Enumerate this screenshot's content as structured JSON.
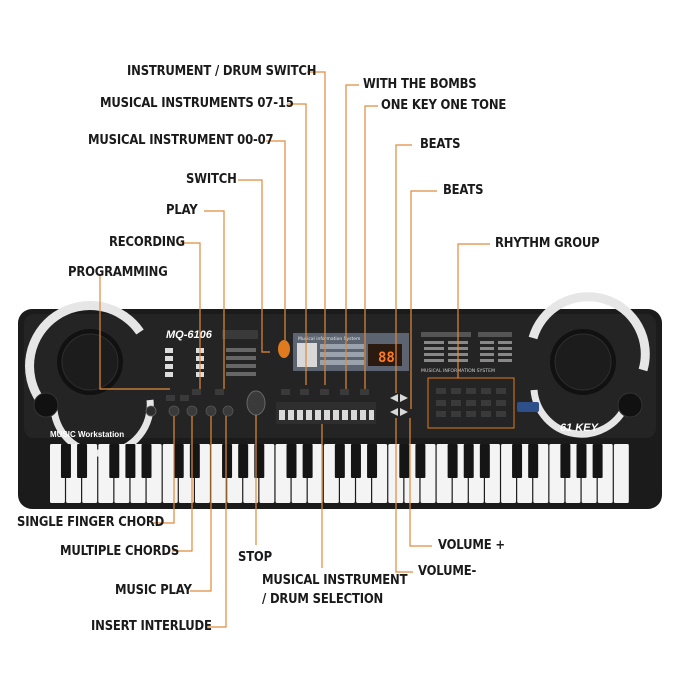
{
  "keyboard": {
    "model": "MQ-6106",
    "brand_line": "MUSIC Workstation",
    "key_count": "61 KEY",
    "lcd_header": "Musical information System",
    "lcd_digits": "88",
    "system_label": "MUSICAL INFORMATION SYSTEM",
    "white_key_count": 36,
    "colors": {
      "body": "#1b1b1b",
      "accent": "#e07a1e",
      "leader": "#e08a3c",
      "ring": "#e6e6e6"
    }
  },
  "callouts": {
    "instrument_drum_switch": "INSTRUMENT / DRUM SWITCH",
    "musical_instruments_07_15": "MUSICAL INSTRUMENTS 07-15",
    "musical_instrument_00_07": "MUSICAL INSTRUMENT 00-07",
    "switch": "SWITCH",
    "play": "PLAY",
    "recording": "RECORDING",
    "programming": "PROGRAMMING",
    "with_the_bombs": "WITH THE BOMBS",
    "one_key_one_tone": "ONE KEY ONE TONE",
    "beats_1": "BEATS",
    "beats_2": "BEATS",
    "rhythm_group": "RHYTHM GROUP",
    "single_finger_chord": "SINGLE FINGER CHORD",
    "multiple_chords": "MULTIPLE CHORDS",
    "music_play": "MUSIC PLAY",
    "insert_interlude": "INSERT INTERLUDE",
    "stop": "STOP",
    "instrument_drum_selection_1": "MUSICAL INSTRUMENT",
    "instrument_drum_selection_2": "/ DRUM SELECTION",
    "volume_plus": "VOLUME +",
    "volume_minus": "VOLUME-"
  }
}
